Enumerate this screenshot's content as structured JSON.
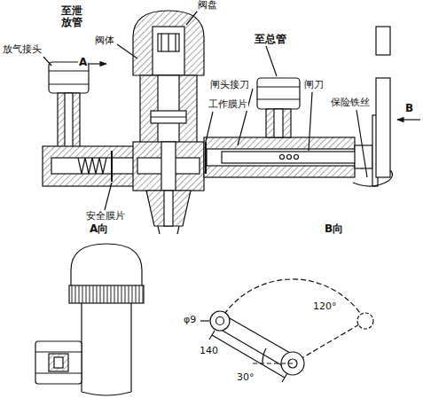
{
  "diagram": {
    "labels": [
      "阀盘",
      "阀体",
      "至泄放管",
      "A",
      "放气接头",
      "至总管",
      "闸头接刀",
      "工作膜片",
      "闸刀",
      "保险铁丝",
      "B",
      "安全膜片",
      "A向",
      "B向",
      "φ9",
      "120°",
      "30°",
      "140"
    ]
  }
}
